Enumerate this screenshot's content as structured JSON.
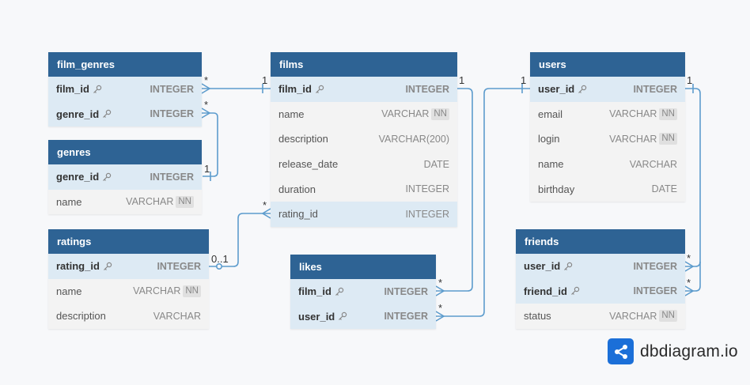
{
  "tables": {
    "film_genres": {
      "title": "film_genres",
      "rows": [
        {
          "name": "film_id",
          "type": "INTEGER",
          "nn": ""
        },
        {
          "name": "genre_id",
          "type": "INTEGER",
          "nn": ""
        }
      ]
    },
    "genres": {
      "title": "genres",
      "rows": [
        {
          "name": "genre_id",
          "type": "INTEGER",
          "nn": ""
        },
        {
          "name": "name",
          "type": "VARCHAR",
          "nn": "NN"
        }
      ]
    },
    "ratings": {
      "title": "ratings",
      "rows": [
        {
          "name": "rating_id",
          "type": "INTEGER",
          "nn": ""
        },
        {
          "name": "name",
          "type": "VARCHAR",
          "nn": "NN"
        },
        {
          "name": "description",
          "type": "VARCHAR",
          "nn": ""
        }
      ]
    },
    "films": {
      "title": "films",
      "rows": [
        {
          "name": "film_id",
          "type": "INTEGER",
          "nn": ""
        },
        {
          "name": "name",
          "type": "VARCHAR",
          "nn": "NN"
        },
        {
          "name": "description",
          "type": "VARCHAR(200)",
          "nn": ""
        },
        {
          "name": "release_date",
          "type": "DATE",
          "nn": ""
        },
        {
          "name": "duration",
          "type": "INTEGER",
          "nn": ""
        },
        {
          "name": "rating_id",
          "type": "INTEGER",
          "nn": ""
        }
      ]
    },
    "likes": {
      "title": "likes",
      "rows": [
        {
          "name": "film_id",
          "type": "INTEGER",
          "nn": ""
        },
        {
          "name": "user_id",
          "type": "INTEGER",
          "nn": ""
        }
      ]
    },
    "users": {
      "title": "users",
      "rows": [
        {
          "name": "user_id",
          "type": "INTEGER",
          "nn": ""
        },
        {
          "name": "email",
          "type": "VARCHAR",
          "nn": "NN"
        },
        {
          "name": "login",
          "type": "VARCHAR",
          "nn": "NN"
        },
        {
          "name": "name",
          "type": "VARCHAR",
          "nn": ""
        },
        {
          "name": "birthday",
          "type": "DATE",
          "nn": ""
        }
      ]
    },
    "friends": {
      "title": "friends",
      "rows": [
        {
          "name": "user_id",
          "type": "INTEGER",
          "nn": ""
        },
        {
          "name": "friend_id",
          "type": "INTEGER",
          "nn": ""
        },
        {
          "name": "status",
          "type": "VARCHAR",
          "nn": "NN"
        }
      ]
    }
  },
  "cardinality": {
    "many": "*",
    "one": "1",
    "zero_or_one": "0..1"
  },
  "colors": {
    "header": "#2e6394",
    "connector": "#5d9ccd",
    "key_row": "#ddeaf4",
    "row": "#f3f3f3"
  },
  "brand": {
    "name": "dbdiagram.io",
    "icon": "share-nodes-icon"
  }
}
